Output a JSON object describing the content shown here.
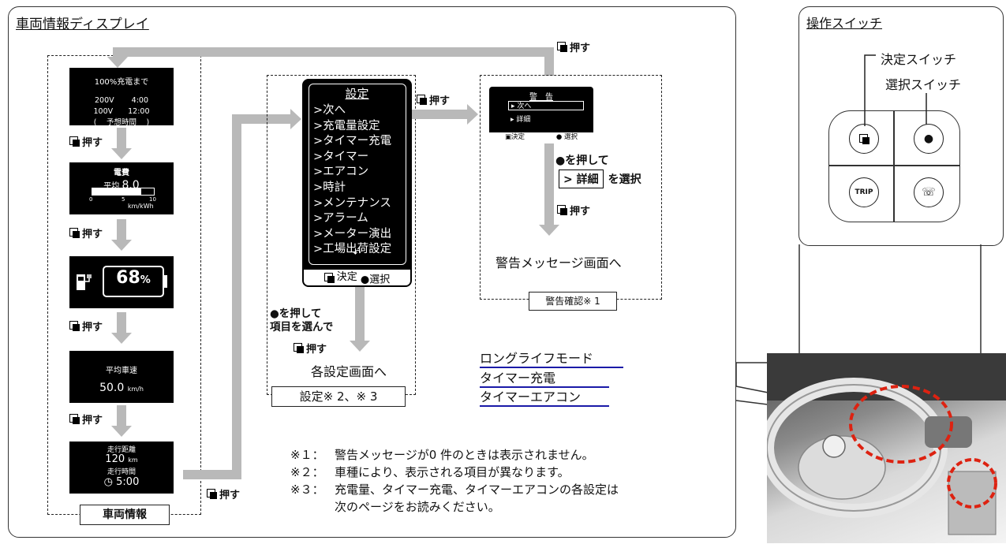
{
  "main_title": "車両情報ディスプレイ",
  "switch_title": "操作スイッチ",
  "press_label": "押す",
  "screens": {
    "charge": {
      "title": "100%充電まで",
      "row1": "200V　　 4:00",
      "row2": "100V　　12:00",
      "row3": "(　 予想時間　 )"
    },
    "efficiency": {
      "title": "電費",
      "avg_label": "平均",
      "avg_value": "8.0",
      "scale_0": "0",
      "scale_5": "5",
      "scale_10": "10",
      "unit": "km/kWh",
      "fill_fraction": 0.8
    },
    "battery": {
      "percent": "68",
      "unit": "%"
    },
    "speed": {
      "title": "平均車速",
      "value": "50.0",
      "unit": "km/h"
    },
    "trip": {
      "dist_label": "走行距離",
      "dist_value": "120",
      "dist_unit": "km",
      "time_label": "走行時間",
      "time_value": "5:00"
    }
  },
  "vehicle_info_label": "車両情報",
  "settings_menu": {
    "title": "設定",
    "items": [
      ">次へ",
      ">充電量設定",
      ">タイマー充電",
      ">タイマー",
      ">エアコン",
      ">時計",
      ">メンテナンス",
      ">アラーム",
      ">メーター演出",
      ">工場出荷設定"
    ],
    "footer_decide": "決定",
    "footer_select": "●選択"
  },
  "settings_instruction": {
    "line1": "●を押して",
    "line2": "項目を選んで"
  },
  "settings_dest": "各設定画面へ",
  "settings_label": "設定※ 2、※ 3",
  "warning_screen": {
    "title": "警　告",
    "item1": "▸ 次へ",
    "item2": "▸ 詳細",
    "footer_decide": "決定",
    "footer_select": "● 選択"
  },
  "warning_instruction": {
    "line1": "●を押して",
    "box": "> 詳細",
    "line2_suffix": "を選択"
  },
  "warning_dest": "警告メッセージ画面へ",
  "warning_label": "警告確認※ 1",
  "links": [
    "ロングライフモード",
    "タイマー充電",
    "タイマーエアコン"
  ],
  "notes": [
    {
      "mark": "※１：",
      "text": "警告メッセージが0 件のときは表示されません。"
    },
    {
      "mark": "※２：",
      "text": "車種により、表示される項目が異なります。"
    },
    {
      "mark": "※３：",
      "text": "充電量、タイマー充電、タイマーエアコンの各設定は"
    },
    {
      "mark": "",
      "text": "次のページをお読みください。"
    }
  ],
  "switch_labels": {
    "decide": "決定スイッチ",
    "select": "選択スイッチ",
    "trip": "TRIP"
  }
}
